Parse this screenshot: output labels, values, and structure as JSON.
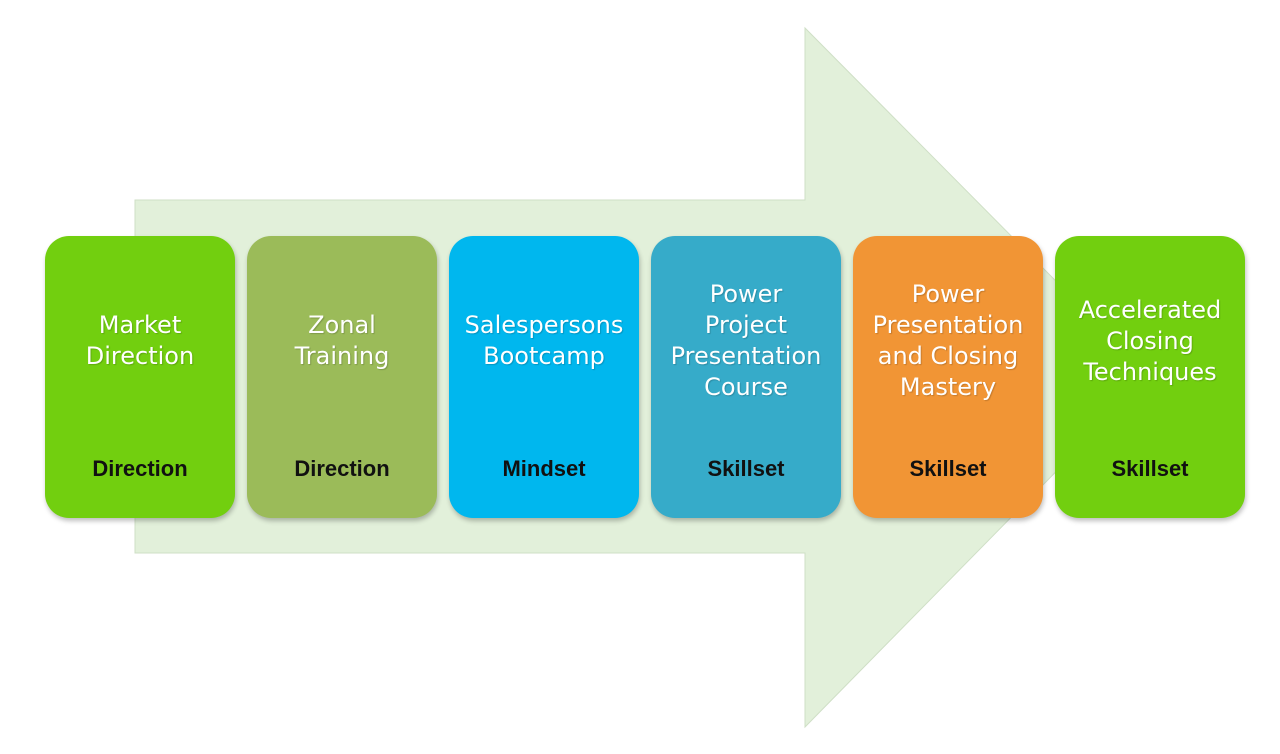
{
  "colors": {
    "arrow": "#e2f0da",
    "market_direction": "#72cf0f",
    "zonal_training": "#9bbb59",
    "salespersons_bootcamp": "#00b7ee",
    "power_project_presentation": "#36abc9",
    "power_presentation_closing": "#f19535",
    "accelerated_closing": "#72cf0f"
  },
  "stages": [
    {
      "title": "Market\nDirection",
      "category": "Direction"
    },
    {
      "title": "Zonal\nTraining",
      "category": "Direction"
    },
    {
      "title": "Salespersons\nBootcamp",
      "category": "Mindset"
    },
    {
      "title": "Power\nProject\nPresentation\nCourse",
      "category": "Skillset"
    },
    {
      "title": "Power\nPresentation\nand Closing\nMastery",
      "category": "Skillset"
    },
    {
      "title": "Accelerated\nClosing\nTechniques",
      "category": "Skillset"
    }
  ]
}
